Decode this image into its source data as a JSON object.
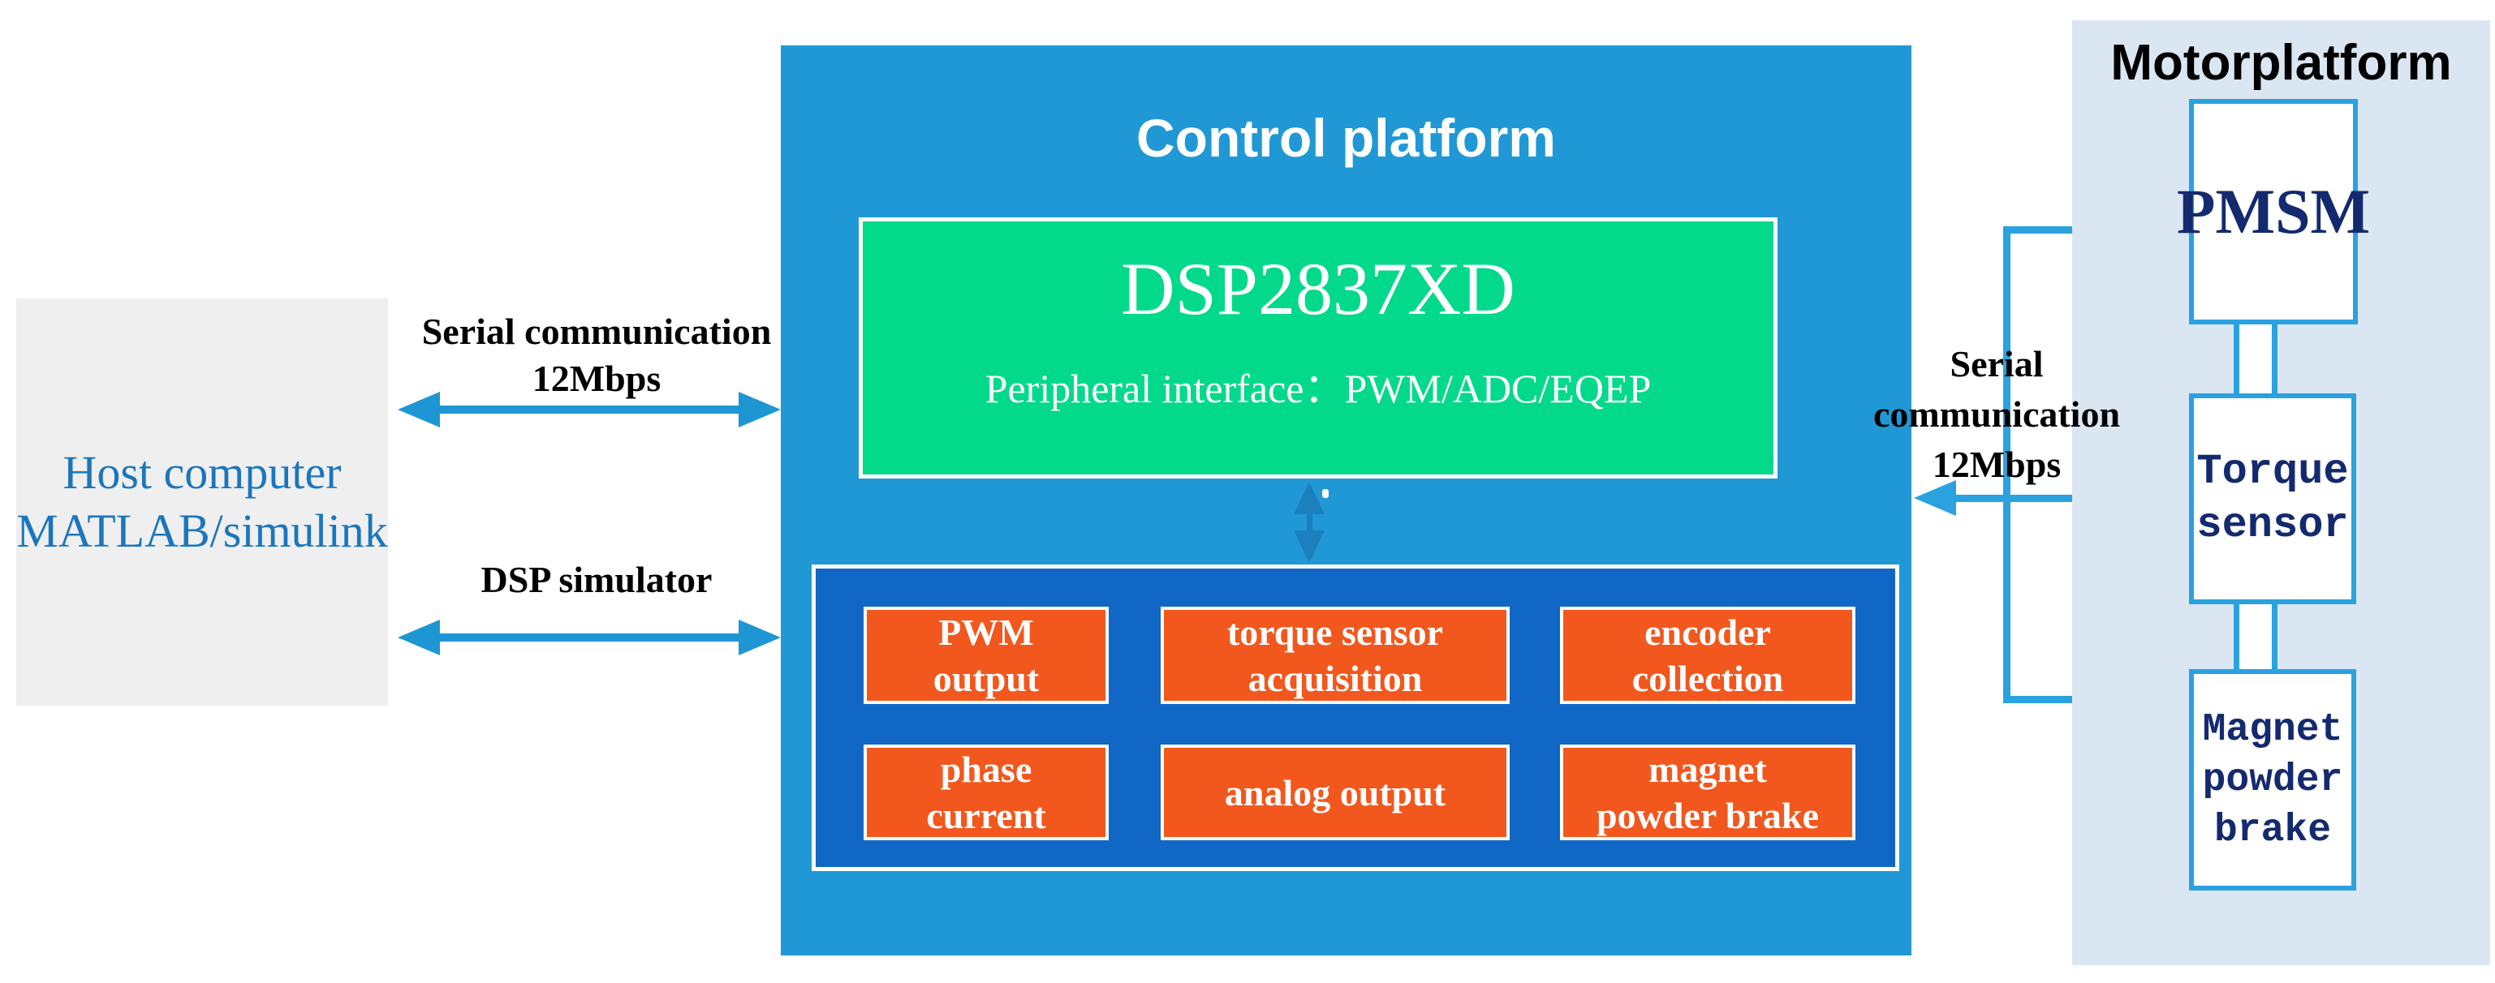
{
  "host": {
    "line1": "Host computer",
    "line2": "MATLAB/simulink"
  },
  "links": {
    "serial_left": {
      "line1": "Serial communication",
      "line2": "12Mbps"
    },
    "dsp_simulator": {
      "label": "DSP simulator"
    },
    "serial_right": {
      "line1": "Serial",
      "line2": "communication",
      "line3": "12Mbps"
    }
  },
  "control_platform": {
    "title": "Control platform",
    "dsp": {
      "name": "DSP2837XD",
      "subtitle": "Peripheral interface：PWM/ADC/EQEP"
    },
    "io_modules": [
      {
        "line1": "PWM",
        "line2": "output"
      },
      {
        "line1": "torque sensor",
        "line2": "acquisition"
      },
      {
        "line1": "encoder",
        "line2": "collection"
      },
      {
        "line1": "phase",
        "line2": "current"
      },
      {
        "line1": "analog output",
        "line2": ""
      },
      {
        "line1": "magnet",
        "line2": "powder brake"
      }
    ]
  },
  "motor_platform": {
    "title": "Motorplatform",
    "components": [
      {
        "line1": "PMSM",
        "line2": "",
        "line3": ""
      },
      {
        "line1": "Torque",
        "line2": "sensor",
        "line3": ""
      },
      {
        "line1": "Magnet",
        "line2": "powder",
        "line3": "brake"
      }
    ]
  },
  "colors": {
    "control-blue": "#2098D5",
    "dark-blue": "#1067C5",
    "green": "#03D98B",
    "orange": "#F2571D",
    "motor-bg": "#DBE6F3",
    "host-bg": "#EFEFEF",
    "host-text": "#1B76BC",
    "navy": "#142A6E",
    "arrow-blue": "#1E96D4",
    "net-blue": "#29A2DF",
    "mini-arrow": "#1C80BE"
  }
}
